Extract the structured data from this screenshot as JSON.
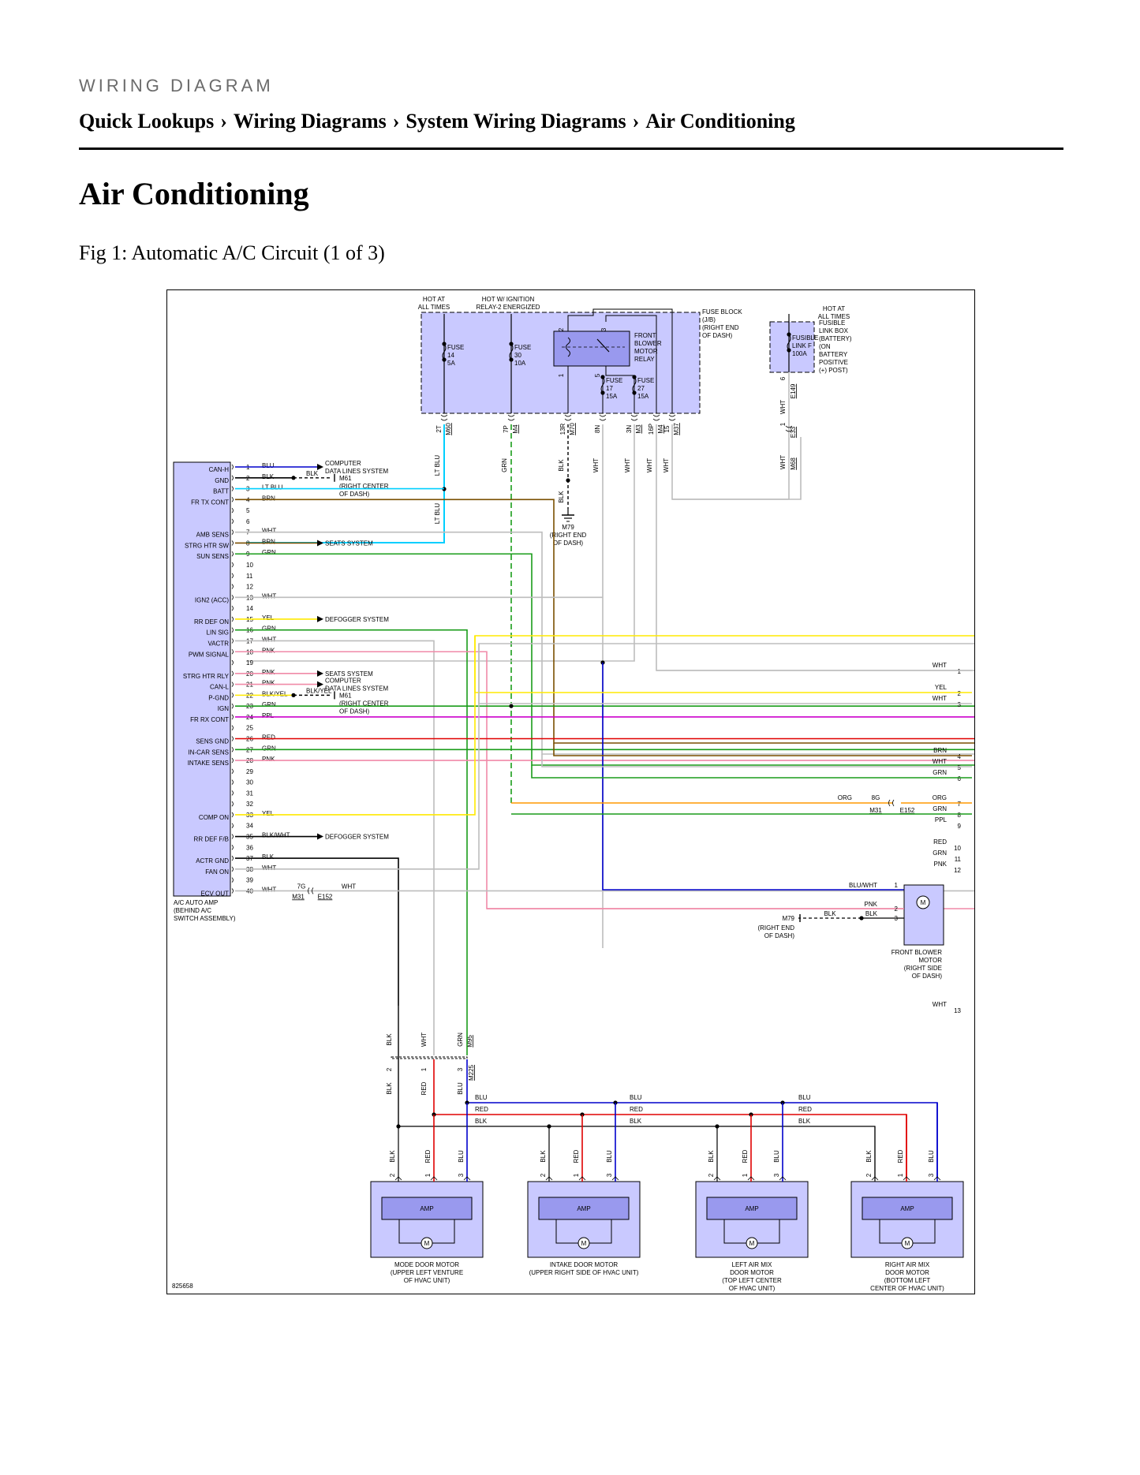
{
  "header": {
    "section_label": "WIRING DIAGRAM",
    "breadcrumb": [
      "Quick Lookups",
      "Wiring Diagrams",
      "System Wiring Diagrams",
      "Air Conditioning"
    ],
    "separator": "›"
  },
  "page_title": "Air Conditioning",
  "figure_caption": "Fig 1: Automatic A/C Circuit (1 of 3)",
  "diagram": {
    "figure_id": "825658",
    "colors": {
      "BLU": "#0000cc",
      "BLK": "#000000",
      "LT BLU": "#00cfff",
      "BRN": "#7a4f00",
      "WHT": "#bdbdbd",
      "GRN": "#1a9c1a",
      "YEL": "#ffea00",
      "PNK": "#f08aa8",
      "PPL": "#cc00cc",
      "RED": "#e00000",
      "ORG": "#ff9900",
      "component_fill": "#c9c9ff",
      "relay_fill": "#9999ee"
    },
    "top_labels": {
      "hot_at_all_times": [
        "HOT AT",
        "ALL TIMES"
      ],
      "hot_ignition": [
        "HOT W/ IGNITION",
        "RELAY-2 ENERGIZED"
      ],
      "hot_at_all_times_2": [
        "HOT AT",
        "ALL TIMES"
      ]
    },
    "fuse_block": {
      "label": [
        "FUSE BLOCK",
        "(J/B)",
        "(RIGHT END",
        "OF DASH)"
      ],
      "fuses": [
        {
          "lines": [
            "FUSE",
            "14",
            "5A"
          ]
        },
        {
          "lines": [
            "FUSE",
            "30",
            "10A"
          ]
        },
        {
          "lines": [
            "FUSE",
            "17",
            "15A"
          ]
        },
        {
          "lines": [
            "FUSE",
            "27",
            "15A"
          ]
        }
      ],
      "relay": [
        "FRONT",
        "BLOWER",
        "MOTOR",
        "RELAY"
      ],
      "relay_pins": [
        "2",
        "3",
        "1",
        "5"
      ],
      "connectors": [
        {
          "pin": "2T",
          "conn": "M60",
          "wire": "LT BLU"
        },
        {
          "pin": "7P",
          "conn": "M4",
          "wire": "GRN"
        },
        {
          "pin": "13R",
          "conn": "M70",
          "wire": "BLK"
        },
        {
          "pin": "8N",
          "conn": "",
          "wire": "WHT"
        },
        {
          "pin": "3N",
          "conn": "M3",
          "wire": "WHT"
        },
        {
          "pin": "16P",
          "conn": "M4",
          "wire": "WHT"
        },
        {
          "pin": "15",
          "conn": "M37",
          "wire": "WHT"
        }
      ]
    },
    "fusible_link_box": {
      "label": [
        "FUSIBLE",
        "LINK BOX",
        "(BATTERY)",
        "(ON",
        "BATTERY",
        "POSITIVE",
        "(+) POST)"
      ],
      "fuse": [
        "FUSIBLE",
        "LINK F",
        "100A"
      ],
      "connectors": [
        {
          "pin": "6",
          "conn": "E149"
        },
        {
          "pin": "1",
          "conn": "E33"
        },
        {
          "pin": "",
          "conn": "M68"
        }
      ],
      "wire": "WHT"
    },
    "ground_m79_top": {
      "name": "M79",
      "lines": [
        "(RIGHT END",
        "OF DASH)"
      ],
      "wire": "BLK"
    },
    "wire_ltblu_label": "LT BLU",
    "amp": {
      "label": [
        "A/C AUTO AMP",
        "(BEHIND A/C",
        "SWITCH ASSEMBLY)"
      ],
      "pins": [
        {
          "n": "1",
          "name": "CAN-H",
          "wire": "BLU"
        },
        {
          "n": "2",
          "name": "GND",
          "wire": "BLK"
        },
        {
          "n": "3",
          "name": "BATT",
          "wire": "LT BLU"
        },
        {
          "n": "4",
          "name": "FR TX CONT",
          "wire": "BRN"
        },
        {
          "n": "5",
          "name": "",
          "wire": ""
        },
        {
          "n": "6",
          "name": "",
          "wire": ""
        },
        {
          "n": "7",
          "name": "AMB SENS",
          "wire": "WHT"
        },
        {
          "n": "8",
          "name": "STRG HTR SW",
          "wire": "BRN"
        },
        {
          "n": "9",
          "name": "SUN SENS",
          "wire": "GRN"
        },
        {
          "n": "10",
          "name": "",
          "wire": ""
        },
        {
          "n": "11",
          "name": "",
          "wire": ""
        },
        {
          "n": "12",
          "name": "",
          "wire": ""
        },
        {
          "n": "13",
          "name": "IGN2 (ACC)",
          "wire": "WHT"
        },
        {
          "n": "14",
          "name": "",
          "wire": ""
        },
        {
          "n": "15",
          "name": "RR DEF ON",
          "wire": "YEL"
        },
        {
          "n": "16",
          "name": "LIN SIG",
          "wire": "GRN"
        },
        {
          "n": "17",
          "name": "VACTR",
          "wire": "WHT"
        },
        {
          "n": "18",
          "name": "PWM SIGNAL",
          "wire": "PNK"
        },
        {
          "n": "19",
          "name": "",
          "wire": ""
        },
        {
          "n": "20",
          "name": "STRG HTR RLY",
          "wire": "PNK"
        },
        {
          "n": "21",
          "name": "CAN-L",
          "wire": "PNK"
        },
        {
          "n": "22",
          "name": "P-GND",
          "wire": "BLK/YEL"
        },
        {
          "n": "23",
          "name": "IGN",
          "wire": "GRN"
        },
        {
          "n": "24",
          "name": "FR RX CONT",
          "wire": "PPL"
        },
        {
          "n": "25",
          "name": "",
          "wire": ""
        },
        {
          "n": "26",
          "name": "SENS GND",
          "wire": "RED"
        },
        {
          "n": "27",
          "name": "IN-CAR SENS",
          "wire": "GRN"
        },
        {
          "n": "28",
          "name": "INTAKE SENS",
          "wire": "PNK"
        },
        {
          "n": "29",
          "name": "",
          "wire": ""
        },
        {
          "n": "30",
          "name": "",
          "wire": ""
        },
        {
          "n": "31",
          "name": "",
          "wire": ""
        },
        {
          "n": "32",
          "name": "",
          "wire": ""
        },
        {
          "n": "33",
          "name": "COMP ON",
          "wire": "YEL"
        },
        {
          "n": "34",
          "name": "",
          "wire": ""
        },
        {
          "n": "35",
          "name": "RR DEF F/B",
          "wire": "BLK/WHT"
        },
        {
          "n": "36",
          "name": "",
          "wire": ""
        },
        {
          "n": "37",
          "name": "ACTR GND",
          "wire": "BLK"
        },
        {
          "n": "38",
          "name": "FAN ON",
          "wire": "WHT"
        },
        {
          "n": "39",
          "name": "",
          "wire": ""
        },
        {
          "n": "40",
          "name": "ECV OUT",
          "wire": "WHT"
        }
      ],
      "pin40_conn": {
        "pin": "7G",
        "conn1": "M31",
        "conn2": "E152",
        "wire": "WHT"
      }
    },
    "references": {
      "computer_data_1": [
        "COMPUTER",
        "DATA LINES SYSTEM"
      ],
      "gnd_blk": "BLK",
      "m61_a": [
        "M61",
        "(RIGHT CENTER",
        "OF DASH)"
      ],
      "seats_1": "SEATS SYSTEM",
      "defogger_1": "DEFOGGER SYSTEM",
      "seats_2": "SEATS SYSTEM",
      "computer_data_2": [
        "COMPUTER",
        "DATA LINES SYSTEM"
      ],
      "pgnd_wire": "BLK/YEL",
      "m61_b": [
        "M61",
        "(RIGHT CENTER",
        "OF DASH)"
      ],
      "defogger_2": "DEFOGGER SYSTEM"
    },
    "right_outputs": [
      {
        "n": "1",
        "wire": "WHT"
      },
      {
        "n": "2",
        "wire": "YEL"
      },
      {
        "n": "3",
        "wire": "WHT"
      },
      {
        "n": "4",
        "wire": "BRN"
      },
      {
        "n": "5",
        "wire": "WHT"
      },
      {
        "n": "6",
        "wire": "GRN"
      },
      {
        "n": "7",
        "wire": "ORG"
      },
      {
        "n": "8",
        "wire": "GRN"
      },
      {
        "n": "9",
        "wire": "PPL"
      },
      {
        "n": "10",
        "wire": "RED"
      },
      {
        "n": "11",
        "wire": "GRN"
      },
      {
        "n": "12",
        "wire": "PNK"
      },
      {
        "n": "13",
        "wire": "WHT"
      }
    ],
    "connector_7": {
      "wire_left": "ORG",
      "pin": "8G",
      "conn1": "M31",
      "conn2": "E152"
    },
    "blower_motor": {
      "label": [
        "FRONT BLOWER",
        "MOTOR",
        "(RIGHT SIDE",
        "OF DASH)"
      ],
      "pins": [
        {
          "n": "1",
          "wire": "BLU/WHT"
        },
        {
          "n": "2",
          "wire": "PNK"
        },
        {
          "n": "3",
          "wire": "BLK"
        }
      ],
      "ground": {
        "name": "M79",
        "lines": [
          "(RIGHT END",
          "OF DASH)"
        ],
        "wire": "BLK"
      }
    },
    "bus_connectors": {
      "top_wires": [
        "BLK",
        "WHT",
        "GRN"
      ],
      "top_conn": "M95",
      "bottom_pins": [
        "2",
        "1",
        "3"
      ],
      "bottom_wires": [
        "BLK",
        "RED",
        "BLU"
      ],
      "bottom_conn": "M225"
    },
    "bus_labels": [
      "BLU",
      "RED",
      "BLK"
    ],
    "door_motors": [
      {
        "label": [
          "MODE DOOR MOTOR",
          "(UPPER LEFT VENTURE",
          "OF HVAC UNIT)"
        ]
      },
      {
        "label": [
          "INTAKE DOOR MOTOR",
          "(UPPER RIGHT SIDE OF HVAC UNIT)"
        ]
      },
      {
        "label": [
          "LEFT AIR MIX",
          "DOOR MOTOR",
          "(TOP LEFT CENTER",
          "OF HVAC UNIT)"
        ]
      },
      {
        "label": [
          "RIGHT AIR MIX",
          "DOOR MOTOR",
          "(BOTTOM LEFT",
          "CENTER OF HVAC UNIT)"
        ]
      }
    ],
    "door_motor_pins": [
      "2",
      "1",
      "3"
    ],
    "door_motor_wires": [
      "BLK",
      "RED",
      "BLU"
    ],
    "amp_block_label": "AMP",
    "motor_symbol": "M"
  }
}
